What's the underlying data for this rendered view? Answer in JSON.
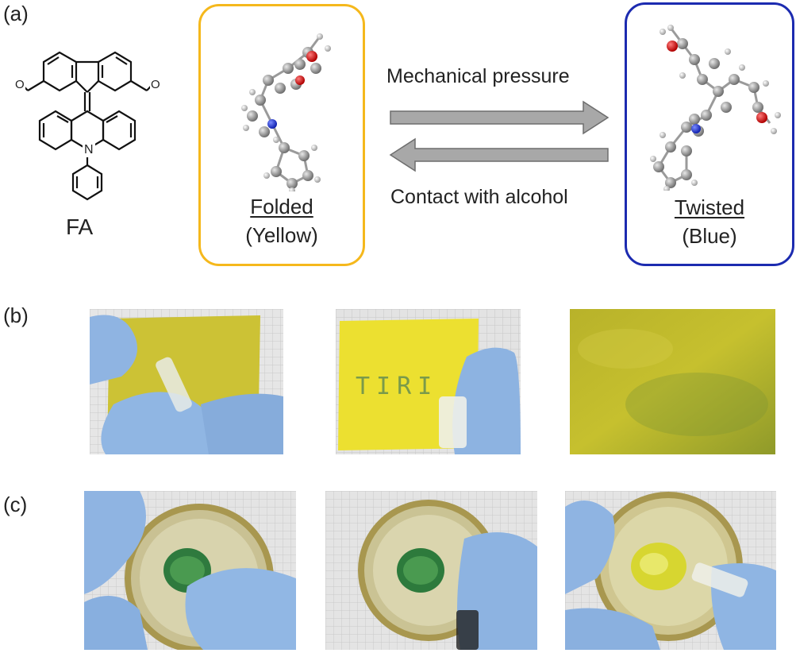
{
  "panels": {
    "a": "(a)",
    "b": "(b)",
    "c": "(c)"
  },
  "molecule": {
    "name": "FA"
  },
  "folded": {
    "name": "Folded",
    "color": "(Yellow)",
    "border": "#f5b81c"
  },
  "twisted": {
    "name": "Twisted",
    "color": "(Blue)",
    "border": "#1c2bb0"
  },
  "arrows": {
    "forward": "Mechanical pressure",
    "backward": "Contact with alcohol"
  },
  "photos": {
    "b2_text": "TIRI"
  },
  "colors": {
    "paper_yellow": "#e8dc3a",
    "glove_blue": "#8cb4e0",
    "grid": "#d6d6d6"
  }
}
